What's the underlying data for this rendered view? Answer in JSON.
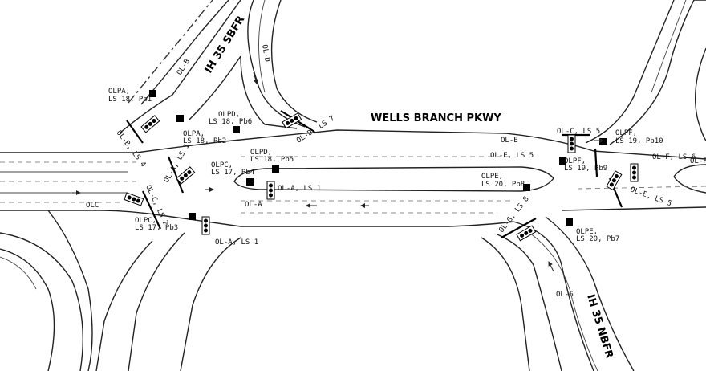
{
  "streets": {
    "main": "WELLS BRANCH PKWY",
    "sbfr": "IH 35 SBFR",
    "nbfr": "IH 35 NBFR"
  },
  "approach_labels": {
    "olb": "OL-B",
    "old": "OL-D",
    "ola_mid": "OL-A",
    "olc": "OLC",
    "ole": "OL-E",
    "olg": "OL-G"
  },
  "signal_labels": {
    "olb_ls4": "OL-B, LS 4",
    "old_ls7": "OL-D, LS 7",
    "ola_ls1_left": "OL-A, LS 1",
    "olc_ls2": "OL-C, LS 2",
    "ola_ls1_island": "OL-A, LS 1",
    "ola_ls1_bottom": "OL-A, LS 1",
    "olc_ls5": "OL-C, LS 5",
    "ole_ls5": "OL-E, LS 5",
    "olf_ls6": "OL-F, LS 6",
    "ole_ls5_right": "OL-E, LS 5",
    "olg_ls8": "OL-G, LS 8",
    "olf_edge": "OL-F"
  },
  "ped_labels": {
    "olpa_1_name": "OLPA,",
    "olpa_1_ls": "LS 18, Pb1",
    "olpd_6_name": "OLPD,",
    "olpd_6_ls": "LS 18, Pb6",
    "olpa_2_name": "OLPA,",
    "olpa_2_ls": "LS 18, Pb2",
    "olpd_5_name": "OLPD,",
    "olpd_5_ls": "LS 18, Pb5",
    "olpc_4_name": "OLPC,",
    "olpc_4_ls": "LS 17, Pb4",
    "olpc_3_name": "OLPC,",
    "olpc_3_ls": "LS 17, Pb3",
    "olpf_10_name": "OLPF,",
    "olpf_10_ls": "LS 19, Pb10",
    "olpf_9_name": "OLPF,",
    "olpf_9_ls": "LS 19, Pb9",
    "olpe_8_name": "OLPE,",
    "olpe_8_ls": "LS 20, Pb8",
    "olpe_7_name": "OLPE,",
    "olpe_7_ls": "LS 20, Pb7"
  }
}
